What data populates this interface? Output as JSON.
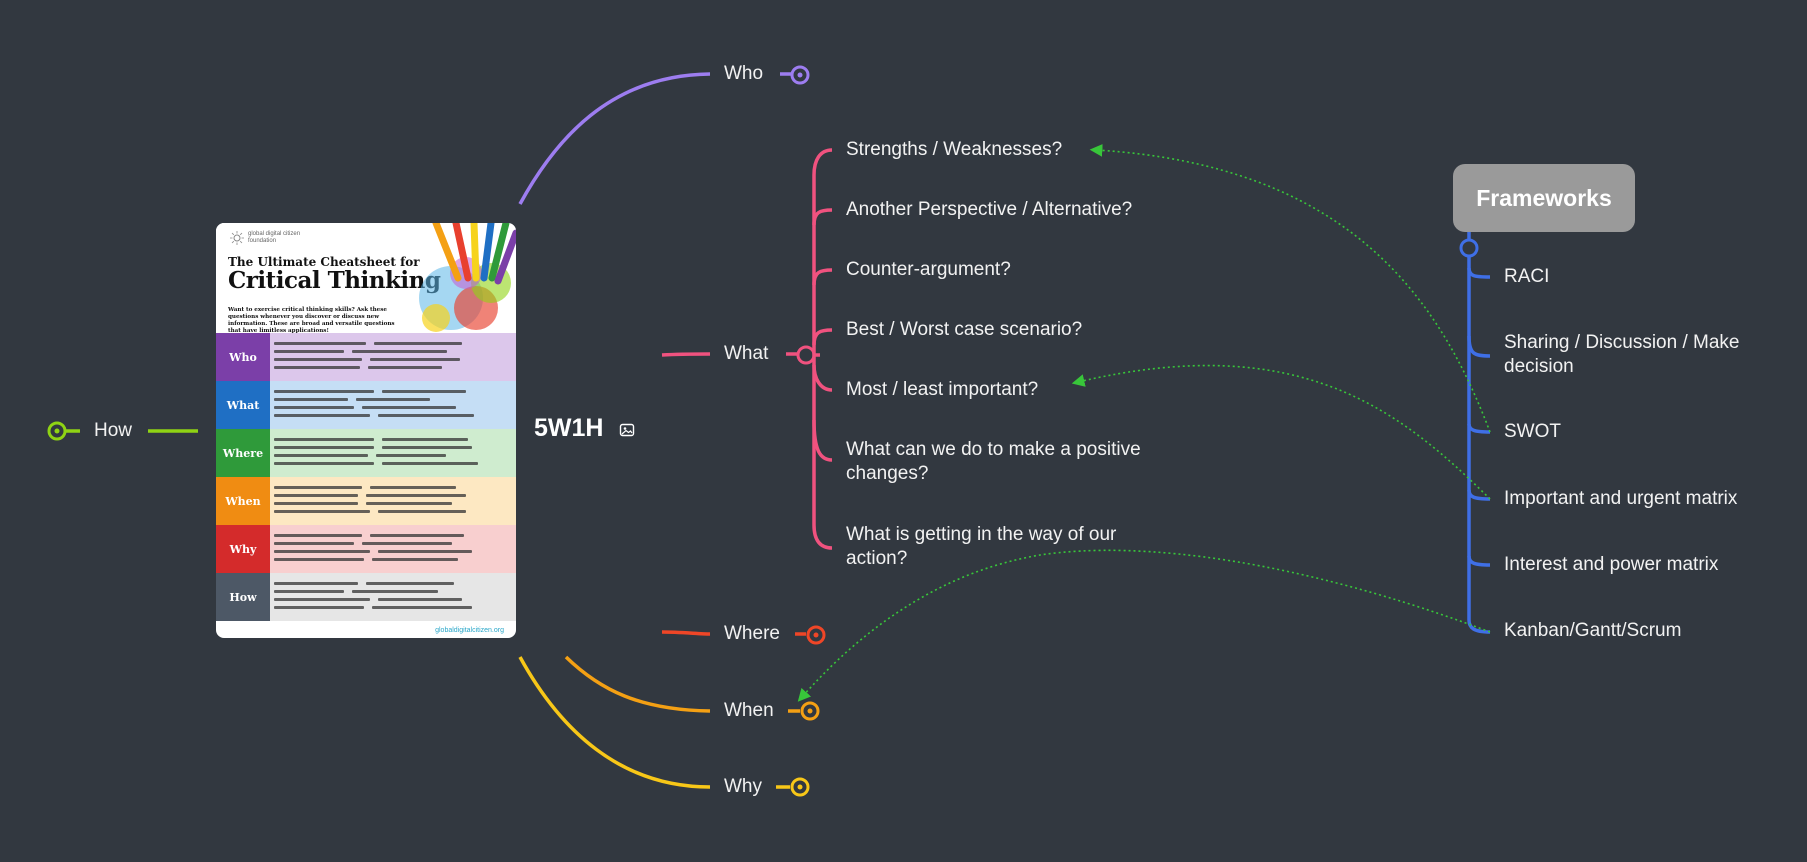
{
  "central": {
    "title": "5W1H"
  },
  "branches": {
    "who": "Who",
    "what": "What",
    "where": "Where",
    "when": "When",
    "why": "Why",
    "how": "How"
  },
  "what_children": [
    "Strengths / Weaknesses?",
    "Another Perspective / Alternative?",
    "Counter-argument?",
    "Best / Worst case scenario?",
    "Most / least important?",
    "What can we do to make a positive changes?",
    "What is getting in the way of our action?"
  ],
  "frameworks": {
    "title": "Frameworks",
    "items": [
      "RACI",
      "Sharing / Discussion / Make decision",
      "SWOT",
      "Important and urgent matrix",
      "Interest and power matrix",
      "Kanban/Gantt/Scrum"
    ]
  },
  "cheatsheet": {
    "org": "global digital citizen foundation",
    "subtitle": "The Ultimate Cheatsheet for",
    "title": "Critical Thinking",
    "description": "Want to exercise critical thinking skills? Ask these questions whenever you discover or discuss new information. These are broad and versatile questions that have limitless applications!",
    "rows": [
      {
        "label": "Who",
        "color": "#7b3fa8",
        "bg": "#dcc7eb"
      },
      {
        "label": "What",
        "color": "#1f6fc4",
        "bg": "#c5def5"
      },
      {
        "label": "Where",
        "color": "#2f9a3a",
        "bg": "#cfeccf"
      },
      {
        "label": "When",
        "color": "#f08c12",
        "bg": "#fde8c2"
      },
      {
        "label": "Why",
        "color": "#d42b2b",
        "bg": "#f8cfcf"
      },
      {
        "label": "How",
        "color": "#4d5866",
        "bg": "#e6e6e6"
      }
    ],
    "footer": "globaldigitalcitizen.org"
  },
  "colors": {
    "background": "#323840",
    "who": "#9d7df0",
    "what": "#f0527f",
    "where": "#ef4627",
    "when": "#f4a014",
    "why": "#f8c718",
    "how": "#8fd314",
    "frameworks": "#3f6fe6",
    "arrow": "#38c63a"
  }
}
